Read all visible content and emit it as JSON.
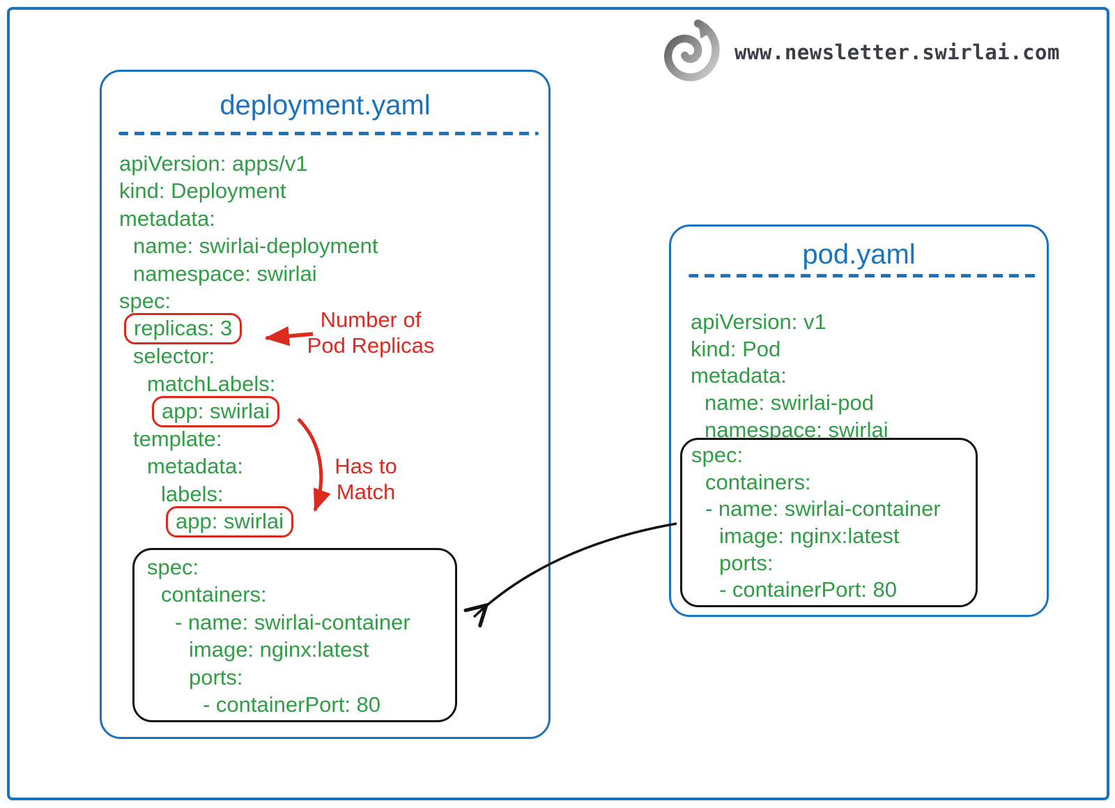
{
  "brand": {
    "url": "www.newsletter.swirlai.com",
    "logo": "swirl-logo"
  },
  "colors": {
    "blue": "#1a73be",
    "green": "#2f9e44",
    "red": "#dd2a1f",
    "ink": "#131313"
  },
  "deployment_card": {
    "title": "deployment.yaml",
    "lines": [
      {
        "text": "apiVersion: apps/v1",
        "indent": 0
      },
      {
        "text": "kind: Deployment",
        "indent": 0
      },
      {
        "text": "metadata:",
        "indent": 0
      },
      {
        "text": "name: swirlai-deployment",
        "indent": 1
      },
      {
        "text": "namespace: swirlai",
        "indent": 1
      },
      {
        "text": "spec:",
        "indent": 0
      },
      {
        "text": "replicas: 3",
        "indent": 1,
        "pill": true
      },
      {
        "text": "selector:",
        "indent": 1
      },
      {
        "text": "matchLabels:",
        "indent": 2
      },
      {
        "text": "app: swirlai",
        "indent": 3,
        "pill": true
      },
      {
        "text": "template:",
        "indent": 1
      },
      {
        "text": "metadata:",
        "indent": 2
      },
      {
        "text": "labels:",
        "indent": 3
      },
      {
        "text": "app: swirlai",
        "indent": 4,
        "pill": true
      }
    ],
    "spec_block": [
      {
        "text": "spec:",
        "indent": 0
      },
      {
        "text": "containers:",
        "indent": 1
      },
      {
        "text": "- name: swirlai-container",
        "indent": 2
      },
      {
        "text": "image: nginx:latest",
        "indent": 3
      },
      {
        "text": "ports:",
        "indent": 3
      },
      {
        "text": "- containerPort: 80",
        "indent": 4
      }
    ]
  },
  "pod_card": {
    "title": "pod.yaml",
    "lines": [
      {
        "text": "apiVersion: v1",
        "indent": 0
      },
      {
        "text": "kind: Pod",
        "indent": 0
      },
      {
        "text": "metadata:",
        "indent": 0
      },
      {
        "text": "name: swirlai-pod",
        "indent": 1
      },
      {
        "text": "namespace: swirlai",
        "indent": 1
      }
    ],
    "spec_block": [
      {
        "text": "spec:",
        "indent": 0
      },
      {
        "text": "containers:",
        "indent": 1
      },
      {
        "text": "- name: swirlai-container",
        "indent": 1
      },
      {
        "text": "image: nginx:latest",
        "indent": 2
      },
      {
        "text": "ports:",
        "indent": 2
      },
      {
        "text": "- containerPort: 80",
        "indent": 2
      }
    ]
  },
  "annotations": {
    "replicas_note": "Number of\nPod Replicas",
    "match_note": "Has to\nMatch"
  }
}
